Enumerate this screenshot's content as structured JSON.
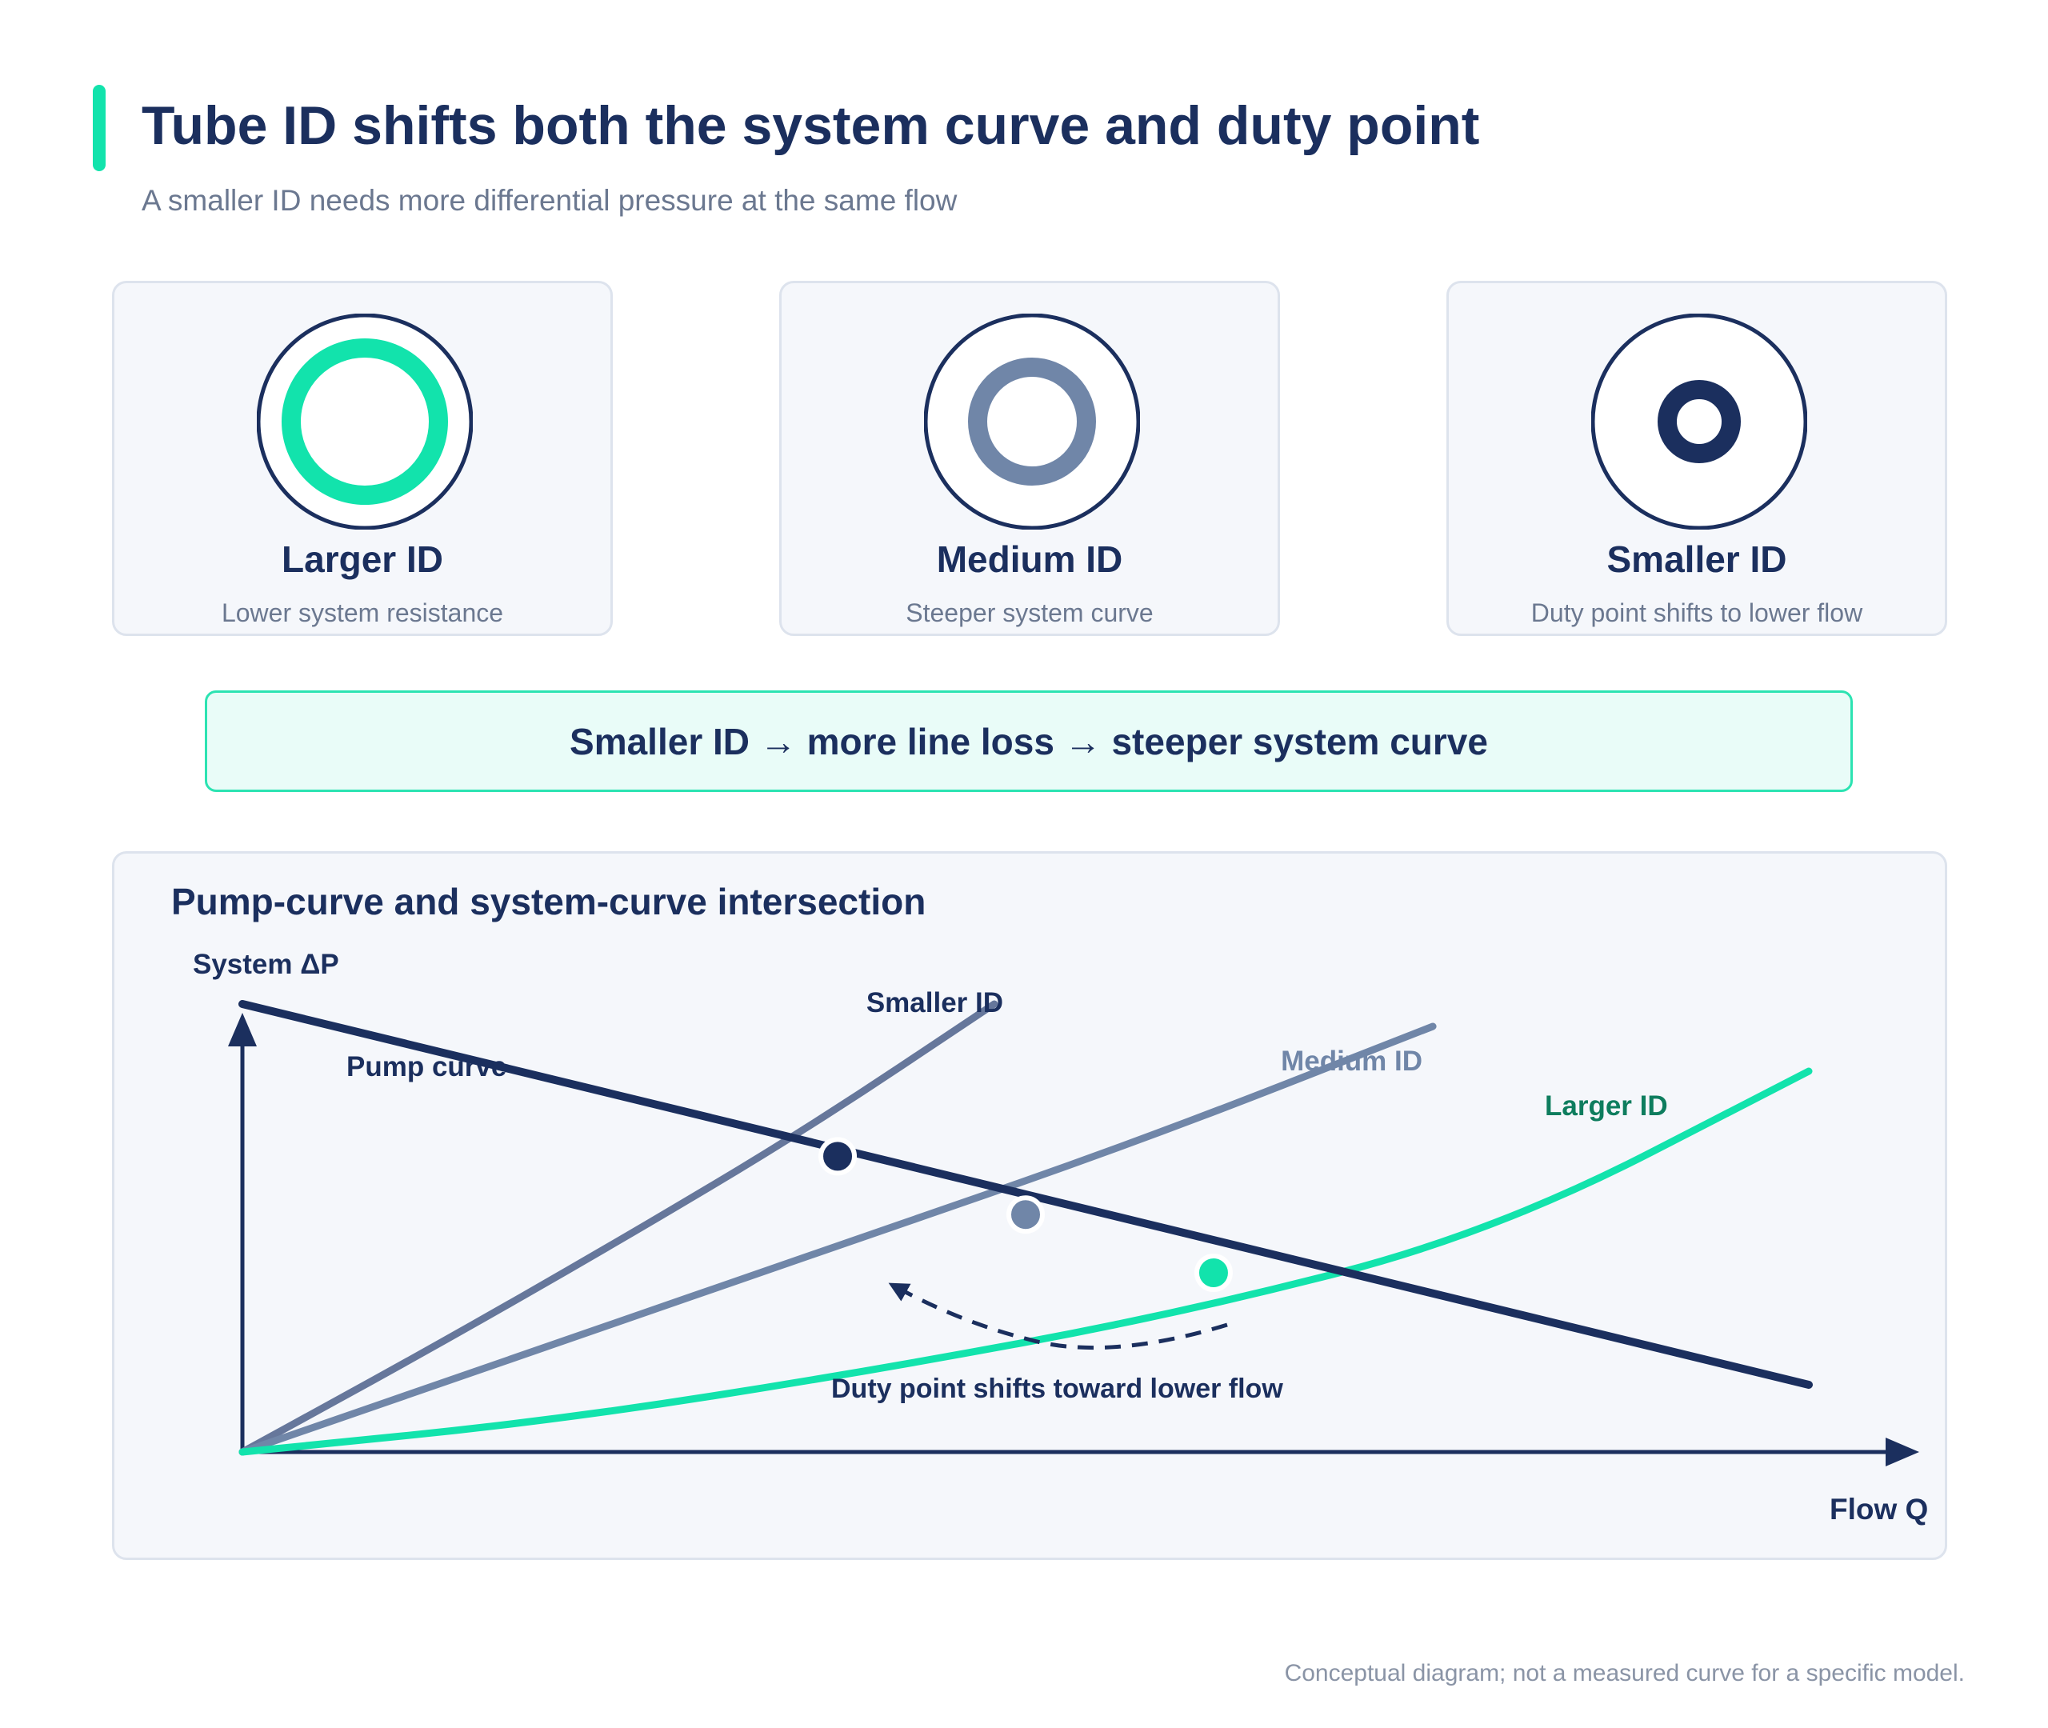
{
  "header": {
    "title": "Tube ID shifts both the system curve and duty point",
    "subtitle": "A smaller ID needs more differential pressure at the same flow"
  },
  "cards": [
    {
      "label": "Larger ID",
      "description": "Lower system resistance",
      "ring_color": "#12e3ac",
      "relative_bore": 1.0
    },
    {
      "label": "Medium ID",
      "description": "Steeper system curve",
      "ring_color": "#7086a8",
      "relative_bore": 0.6
    },
    {
      "label": "Smaller ID",
      "description": "Duty point shifts to lower flow",
      "ring_color": "#1b2f5e",
      "relative_bore": 0.3
    }
  ],
  "callout": {
    "text": "Smaller ID → more line loss → steeper system curve"
  },
  "chart_data": {
    "type": "line",
    "title": "Pump-curve and system-curve intersection",
    "ylabel": "System ΔP",
    "xlabel": "Flow Q",
    "xlim": [
      0,
      100
    ],
    "ylim": [
      0,
      100
    ],
    "grid": false,
    "series": [
      {
        "name": "Pump curve",
        "color": "#1b2f5e",
        "x": [
          0,
          100
        ],
        "y": [
          100,
          15
        ]
      },
      {
        "name": "Smaller ID",
        "color": "#66779b",
        "x": [
          0,
          12,
          24,
          36,
          48
        ],
        "y": [
          0,
          23,
          47,
          72,
          100
        ]
      },
      {
        "name": "Medium ID",
        "color": "#7086a8",
        "x": [
          0,
          19,
          38,
          57,
          76
        ],
        "y": [
          0,
          23,
          46,
          69,
          95
        ]
      },
      {
        "name": "Larger ID",
        "color": "#12e3ac",
        "x": [
          0,
          20,
          40,
          60,
          80,
          100
        ],
        "y": [
          0,
          7,
          18,
          31,
          49,
          85
        ]
      }
    ],
    "duty_points": [
      {
        "series": "Smaller ID",
        "x": 38,
        "y": 66,
        "color": "#1b2f5e"
      },
      {
        "series": "Medium ID",
        "x": 50,
        "y": 53,
        "color": "#7086a8"
      },
      {
        "series": "Larger ID",
        "x": 62,
        "y": 40,
        "color": "#12e3ac"
      }
    ],
    "annotation": {
      "text": "Duty point shifts toward lower flow",
      "color": "#1b2f5e"
    }
  },
  "footnote": "Conceptual diagram; not a measured curve for a specific model."
}
